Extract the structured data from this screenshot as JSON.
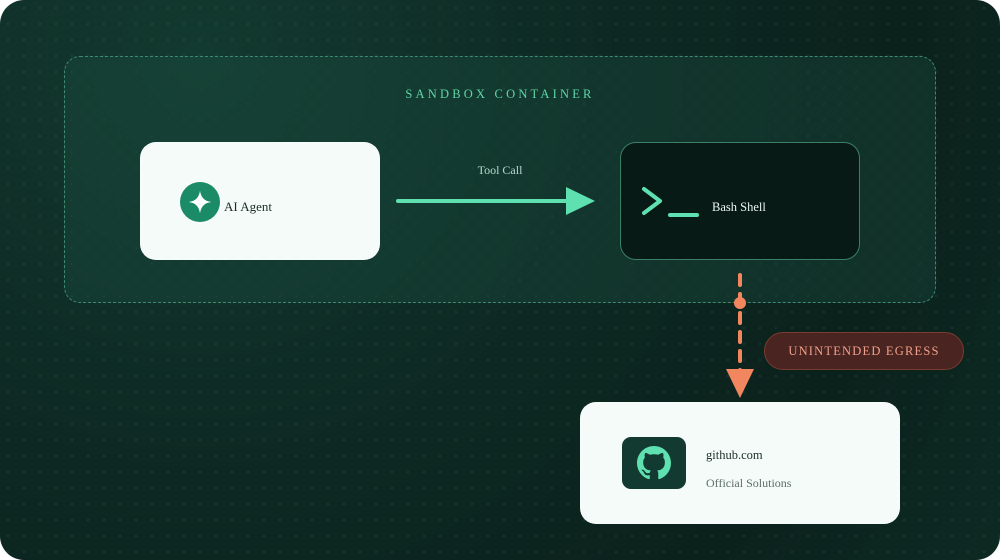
{
  "sandbox": {
    "label": "SANDBOX CONTAINER"
  },
  "agent": {
    "label": "AI Agent",
    "icon": "sparkle-icon"
  },
  "connection": {
    "label": "Tool Call"
  },
  "shell": {
    "label": "Bash Shell",
    "icon": "terminal-prompt-icon"
  },
  "egress": {
    "label": "UNINTENDED EGRESS"
  },
  "destination": {
    "title": "github.com",
    "subtitle": "Official Solutions",
    "icon": "github-icon"
  },
  "colors": {
    "accent": "#5fe0b0",
    "warning": "#f2875f",
    "background": "#0d2822"
  }
}
